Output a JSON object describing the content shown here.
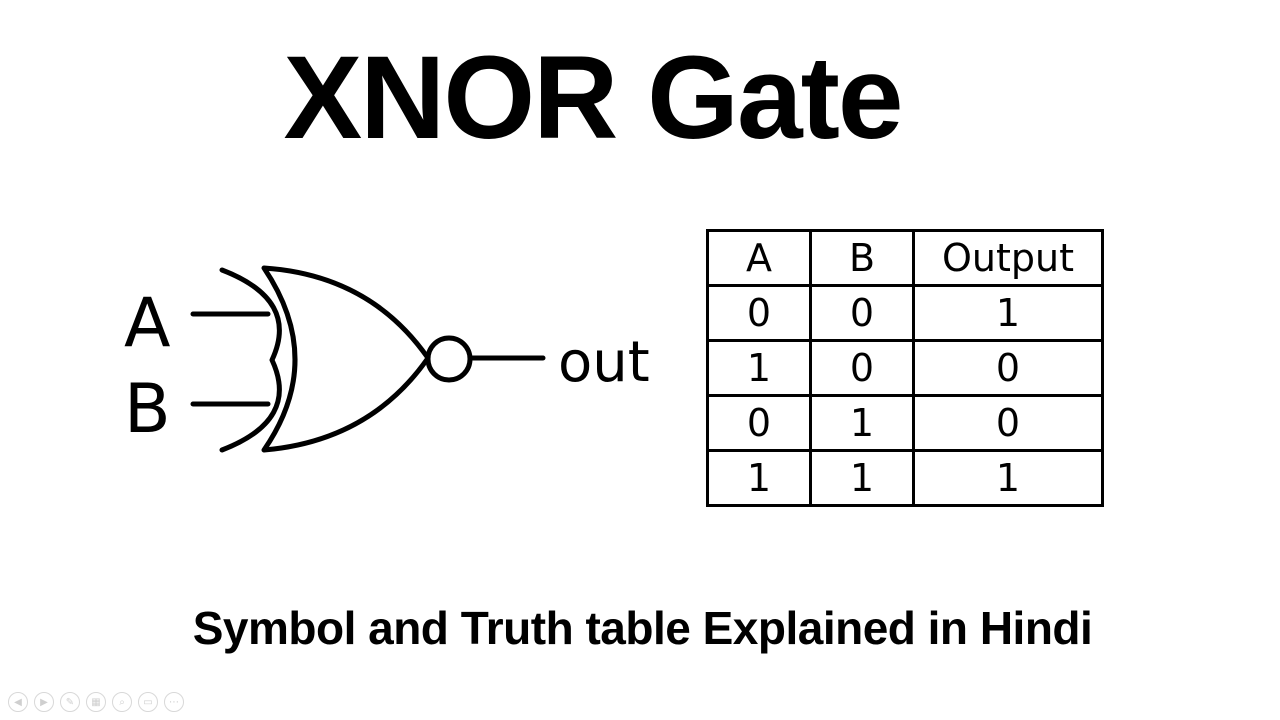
{
  "title": "XNOR Gate",
  "subtitle": "Symbol and Truth table Explained in Hindi",
  "gate": {
    "input_a": "A",
    "input_b": "B",
    "output": "out"
  },
  "truth_table": {
    "headers": [
      "A",
      "B",
      "Output"
    ],
    "rows": [
      [
        "0",
        "0",
        "1"
      ],
      [
        "1",
        "0",
        "0"
      ],
      [
        "0",
        "1",
        "0"
      ],
      [
        "1",
        "1",
        "1"
      ]
    ]
  },
  "controls": [
    {
      "name": "prev-slide-icon",
      "glyph": "◀"
    },
    {
      "name": "next-slide-icon",
      "glyph": "▶"
    },
    {
      "name": "pen-icon",
      "glyph": "✎"
    },
    {
      "name": "slides-grid-icon",
      "glyph": "▦"
    },
    {
      "name": "zoom-icon",
      "glyph": "⌕"
    },
    {
      "name": "subtitles-icon",
      "glyph": "▭"
    },
    {
      "name": "more-options-icon",
      "glyph": "⋯"
    }
  ]
}
